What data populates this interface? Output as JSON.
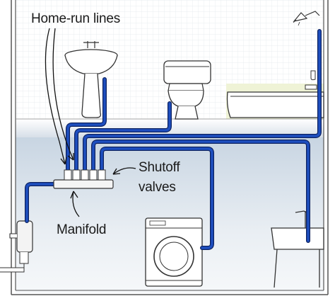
{
  "labels": {
    "home_run": "Home-run lines",
    "shutoff_1": "Shutoff",
    "shutoff_2": "valves",
    "manifold": "Manifold"
  },
  "colors": {
    "pipe": "#1e4fc0",
    "pipe_outline": "#0d2260",
    "lower_floor": "#dfe6ee",
    "upper_floor": "#ffffff",
    "tile": "#eff3d6",
    "grid": "#e3e8ec",
    "wall_line": "#555555",
    "fixture": "#ffffff"
  },
  "icons": [
    "sink-icon",
    "toilet-icon",
    "bathtub-icon",
    "shower-head-icon",
    "washing-machine-icon",
    "utility-sink-icon",
    "water-heater-icon",
    "manifold-icon"
  ]
}
